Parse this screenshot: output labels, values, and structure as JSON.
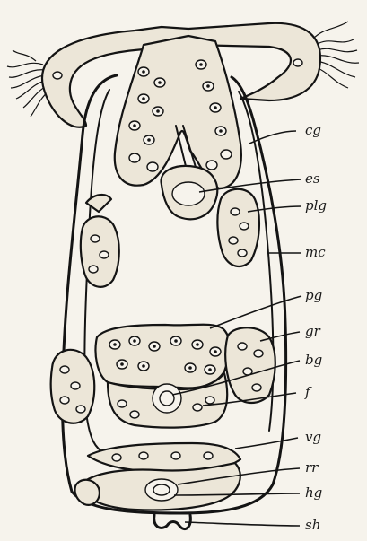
{
  "labels": {
    "cg": "cg",
    "es": "es",
    "plg": "plg",
    "mc": "mc",
    "pg": "pg",
    "gr": "gr",
    "bg": "bg",
    "f": "f",
    "vg": "vg",
    "rr": "rr",
    "hg": "hg",
    "sh": "sh"
  }
}
